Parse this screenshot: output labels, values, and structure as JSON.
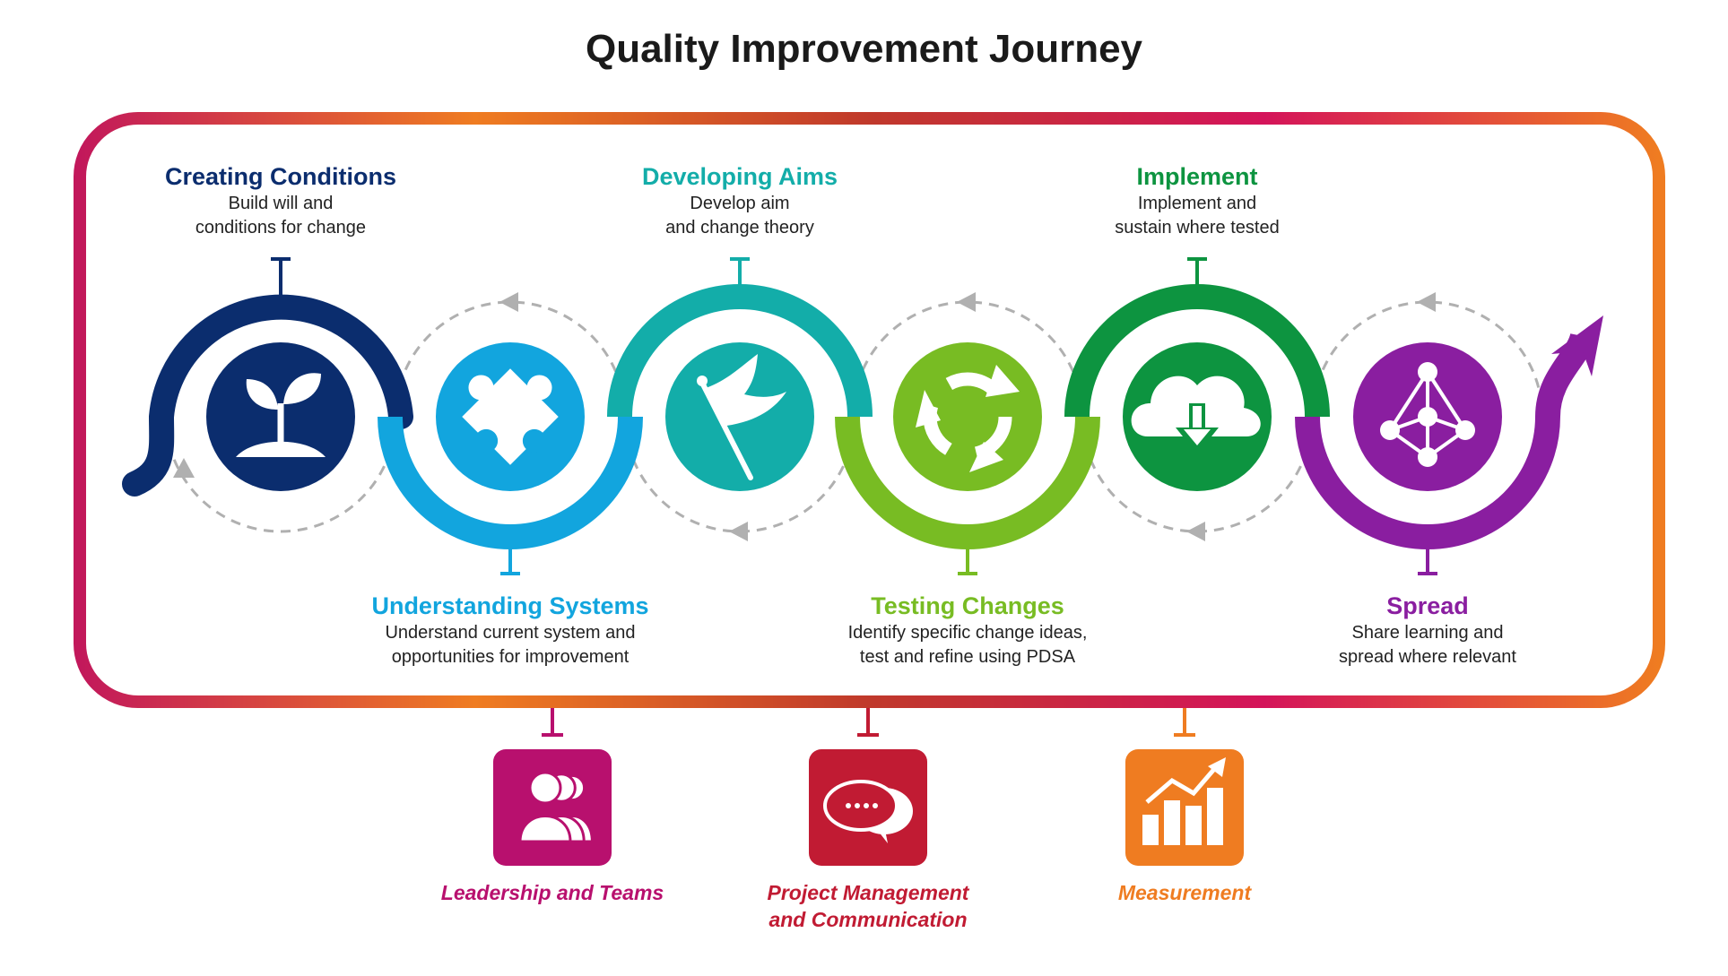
{
  "title": "Quality Improvement Journey",
  "colors": {
    "frame_gradient": [
      "#c2185b",
      "#ef7c21",
      "#c0392b",
      "#d4145a",
      "#ef7c21"
    ],
    "dashed_arrow": "#b0b0b0"
  },
  "stages": [
    {
      "title": "Creating Conditions",
      "desc": [
        "Build will and",
        "conditions for change"
      ],
      "color": "#0b2d6e",
      "icon": "sprout-icon"
    },
    {
      "title": "Understanding Systems",
      "desc": [
        "Understand current system and",
        "opportunities for improvement"
      ],
      "color": "#12a5de",
      "icon": "puzzle-piece-icon"
    },
    {
      "title": "Developing Aims",
      "desc": [
        "Develop aim",
        "and change theory"
      ],
      "color": "#13ada9",
      "icon": "flag-icon"
    },
    {
      "title": "Testing Changes",
      "desc": [
        "Identify specific change ideas,",
        "test and refine using PDSA"
      ],
      "color": "#78bc23",
      "icon": "cycle-arrows-icon"
    },
    {
      "title": "Implement",
      "desc": [
        "Implement and",
        "sustain where tested"
      ],
      "color": "#0d9440",
      "icon": "cloud-download-icon"
    },
    {
      "title": "Spread",
      "desc": [
        "Share learning and",
        "spread where relevant"
      ],
      "color": "#8a1ea0",
      "icon": "network-nodes-icon"
    }
  ],
  "supports": [
    {
      "label": [
        "Leadership and Teams"
      ],
      "color": "#b8106e",
      "icon": "team-people-icon"
    },
    {
      "label": [
        "Project Management",
        "and Communication"
      ],
      "color": "#c11b33",
      "icon": "speech-bubbles-icon"
    },
    {
      "label": [
        "Measurement"
      ],
      "color": "#ef7c21",
      "icon": "bar-chart-trend-icon"
    }
  ]
}
